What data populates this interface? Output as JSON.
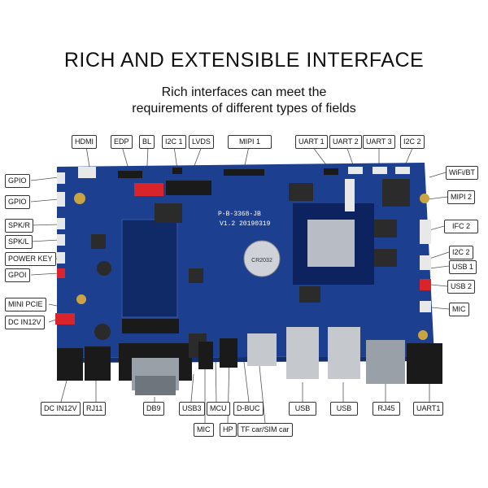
{
  "header": {
    "title": "RICH AND EXTENSIBLE INTERFACE",
    "subtitle_line1": "Rich interfaces can meet the",
    "subtitle_line2": "requirements of different types of fields"
  },
  "board": {
    "model": "P-B-3368-JB",
    "version": "V1.2  20190319",
    "battery_text": "CR2032",
    "colors": {
      "pcb": "#1c3f8f",
      "pcb_dark": "#142f6e",
      "heatsink": "#b8bcc4",
      "metal": "#d0d3d8",
      "connector_black": "#1a1a1a",
      "connector_white": "#e8e8e8",
      "header_red": "#d8242a",
      "label_border": "#333333"
    }
  },
  "labels": {
    "hdmi": "HDMI",
    "edp": "EDP",
    "bl": "BL",
    "i2c1": "I2C 1",
    "lvds": "LVDS",
    "mipi1": "MIPI 1",
    "uart1_top": "UART 1",
    "uart2": "UART 2",
    "uart3": "UART 3",
    "i2c2_top": "I2C 2",
    "wifibt": "WiFi/BT",
    "mipi2": "MIPI 2",
    "ifc2": "IFC 2",
    "i2c2_right": "I2C 2",
    "usb1": "USB 1",
    "usb2": "USB 2",
    "mic_right": "MIC",
    "gpio1": "GPIO",
    "gpio2": "GPIO",
    "spkr": "SPK/R",
    "spkl": "SPK/L",
    "powerkey": "POWER KEY",
    "gpoi": "GPOI",
    "minipcie": "MINI PCIE",
    "dcin_left": "DC IN12V",
    "dcin_bottom": "DC IN12V",
    "rj11": "RJ11",
    "db9": "DB9",
    "usb3": "USB3",
    "mcu": "MCU",
    "dbuc": "D-BUC",
    "usb_a": "USB",
    "usb_b": "USB",
    "rj45": "RJ45",
    "uart1_bottom": "UART1",
    "mic_bottom": "MIC",
    "hp": "HP",
    "tfsim": "TF car/SIM car"
  }
}
